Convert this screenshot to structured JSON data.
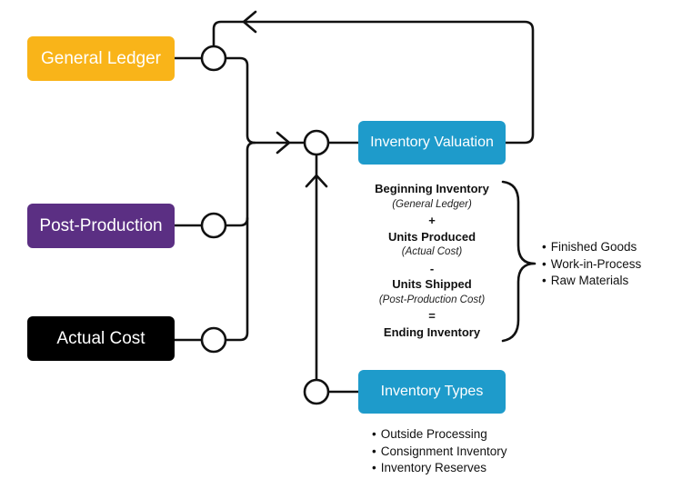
{
  "colors": {
    "general_ledger": "#F9B419",
    "post_production": "#5B2F83",
    "actual_cost": "#000000",
    "inventory_box": "#1E9BCB",
    "line": "#111111"
  },
  "nodes": {
    "general_ledger": "General Ledger",
    "post_production": "Post-Production",
    "actual_cost": "Actual Cost",
    "inventory_valuation": "Inventory Valuation",
    "inventory_types": "Inventory Types"
  },
  "formula": {
    "beginning": "Beginning Inventory",
    "beginning_source": "(General Ledger)",
    "plus": "+",
    "produced": "Units Produced",
    "produced_source": "(Actual Cost)",
    "minus": "-",
    "shipped": "Units Shipped",
    "shipped_source": "(Post-Production Cost)",
    "equals": "=",
    "ending": "Ending Inventory"
  },
  "valuation_items": [
    "Finished Goods",
    "Work-in-Process",
    "Raw Materials"
  ],
  "type_items": [
    "Outside Processing",
    "Consignment Inventory",
    "Inventory Reserves"
  ]
}
